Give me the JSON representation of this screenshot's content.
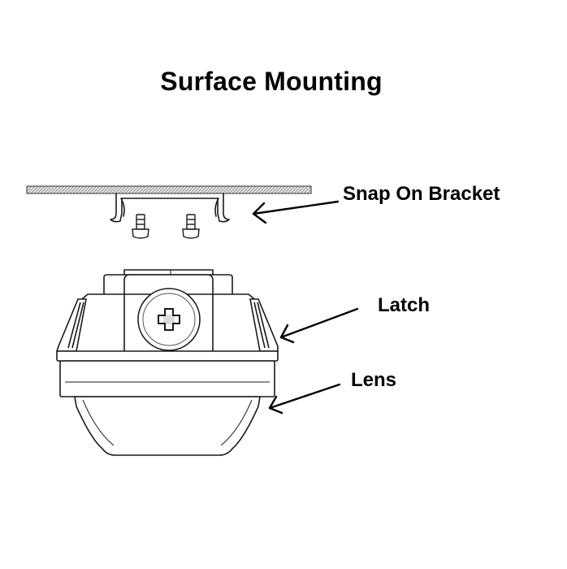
{
  "title": "Surface Mounting",
  "labels": {
    "bracket": "Snap On Bracket",
    "latch": "Latch",
    "lens": "Lens"
  },
  "colors": {
    "line": "#1a1a1a",
    "fill": "#ffffff",
    "ceiling": "#d9d9d9"
  }
}
